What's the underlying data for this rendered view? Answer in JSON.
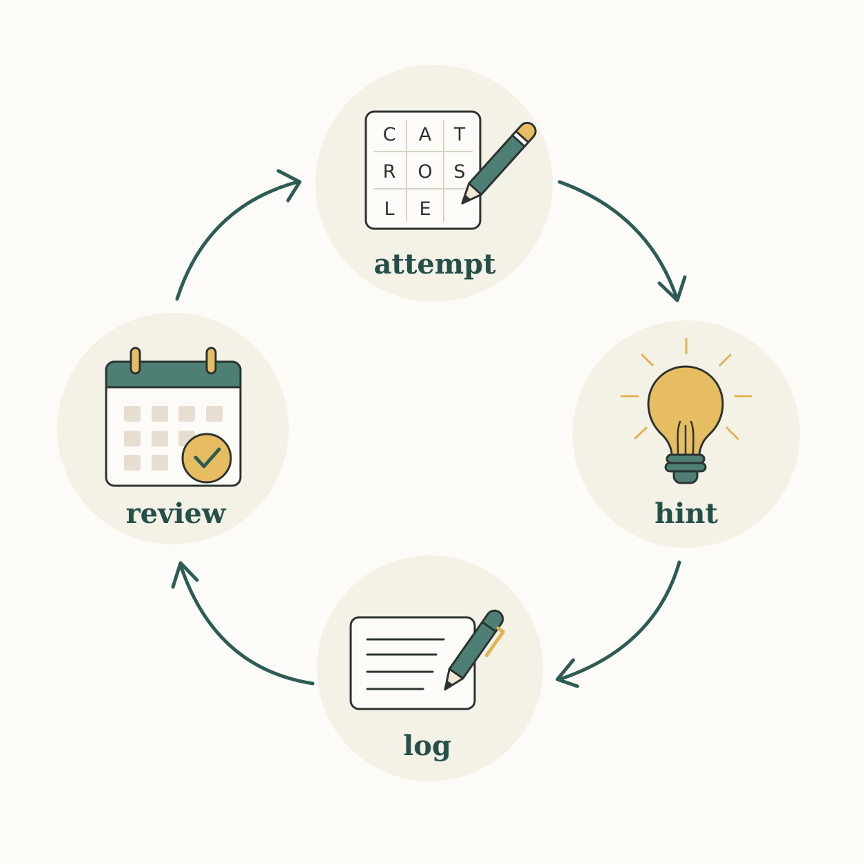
{
  "colors": {
    "background": "#fcfbf7",
    "node_fill": "#f4f1e7",
    "accent_teal": "#4e7f74",
    "arrow": "#2d5c56",
    "accent_gold": "#e7bd62",
    "outline": "#2b3330",
    "label": "#254f49",
    "calendar_cell": "#e6ded0"
  },
  "cycle": {
    "steps": [
      {
        "id": "attempt",
        "label": "attempt",
        "icon": "crossword-grid-pencil-icon"
      },
      {
        "id": "hint",
        "label": "hint",
        "icon": "lightbulb-icon"
      },
      {
        "id": "log",
        "label": "log",
        "icon": "note-card-pen-icon"
      },
      {
        "id": "review",
        "label": "review",
        "icon": "calendar-check-icon"
      }
    ],
    "flow": "clockwise"
  },
  "crossword": {
    "rows": [
      [
        "C",
        "A",
        "T"
      ],
      [
        "R",
        "O",
        "S"
      ],
      [
        "L",
        "E",
        ""
      ]
    ]
  }
}
